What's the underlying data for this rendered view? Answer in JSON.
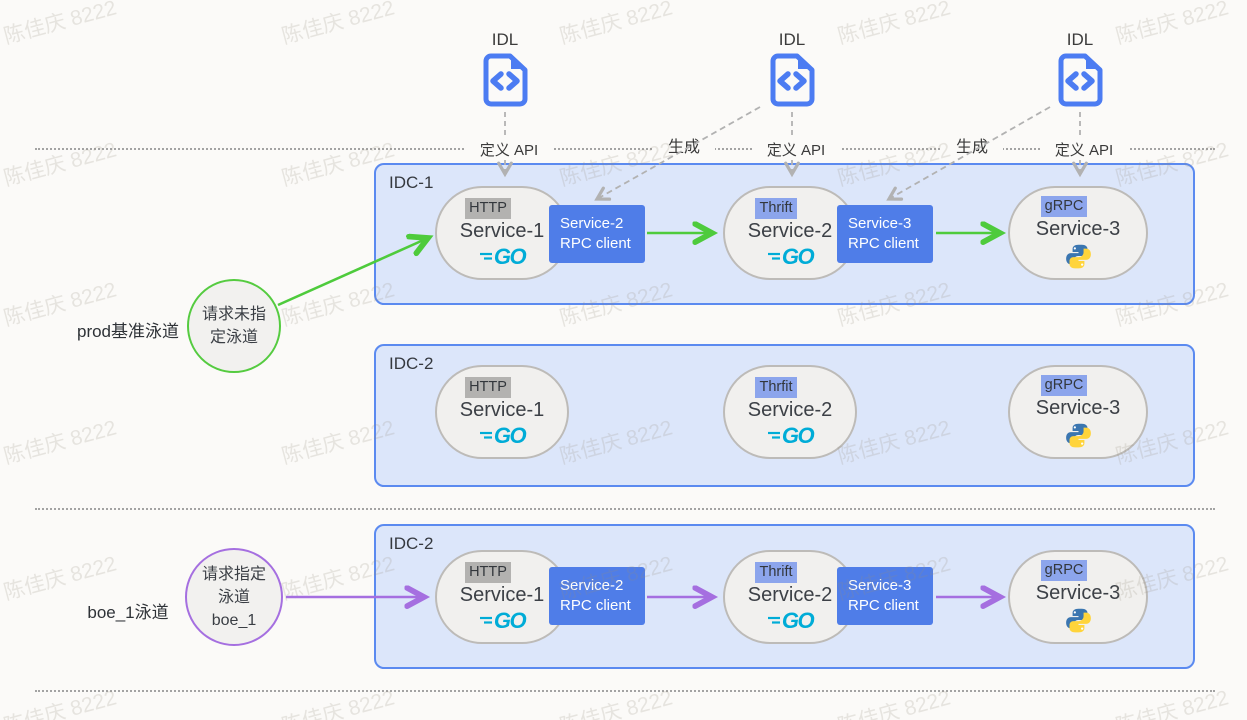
{
  "watermark": {
    "text": "陈佳庆 8222"
  },
  "colors": {
    "accent_blue": "#4f7de8",
    "idc_border": "#5b8af0",
    "green_flow": "#4ecb3c",
    "purple_flow": "#a56fe0",
    "go_cyan": "#00acd7",
    "python_blue": "#3b76b0",
    "python_yellow": "#ffd43b",
    "tag_gray": "#b3b2b0",
    "tag_blue": "#8ca5ec"
  },
  "idl": [
    {
      "title": "IDL",
      "action": "定义 API"
    },
    {
      "title": "IDL",
      "action": "定义 API"
    },
    {
      "title": "IDL",
      "action": "定义 API"
    }
  ],
  "generate_labels": [
    "生成",
    "生成"
  ],
  "lanes": {
    "prod": {
      "label": "prod基准泳道",
      "request_lines": [
        "请求未指",
        "定泳道"
      ]
    },
    "boe": {
      "label": "boe_1泳道",
      "request_lines": [
        "请求指定",
        "泳道",
        "boe_1"
      ]
    }
  },
  "idcs": {
    "idc1": {
      "name": "IDC-1",
      "services": [
        {
          "protocol": "HTTP",
          "name": "Service-1",
          "runtime": "go"
        },
        {
          "protocol": "Thrift",
          "name": "Service-2",
          "runtime": "go"
        },
        {
          "protocol": "gRPC",
          "name": "Service-3",
          "runtime": "python"
        }
      ],
      "rpc_clients": [
        {
          "line1": "Service-2",
          "line2": "RPC client"
        },
        {
          "line1": "Service-3",
          "line2": "RPC client"
        }
      ]
    },
    "idc2_mid": {
      "name": "IDC-2",
      "services": [
        {
          "protocol": "HTTP",
          "name": "Service-1",
          "runtime": "go"
        },
        {
          "protocol": "Thrfit",
          "name": "Service-2",
          "runtime": "go"
        },
        {
          "protocol": "gRPC",
          "name": "Service-3",
          "runtime": "python"
        }
      ]
    },
    "idc2_bottom": {
      "name": "IDC-2",
      "services": [
        {
          "protocol": "HTTP",
          "name": "Service-1",
          "runtime": "go"
        },
        {
          "protocol": "Thrift",
          "name": "Service-2",
          "runtime": "go"
        },
        {
          "protocol": "gRPC",
          "name": "Service-3",
          "runtime": "python"
        }
      ],
      "rpc_clients": [
        {
          "line1": "Service-2",
          "line2": "RPC client"
        },
        {
          "line1": "Service-3",
          "line2": "RPC client"
        }
      ]
    }
  },
  "logos": {
    "go_text": "GO"
  }
}
